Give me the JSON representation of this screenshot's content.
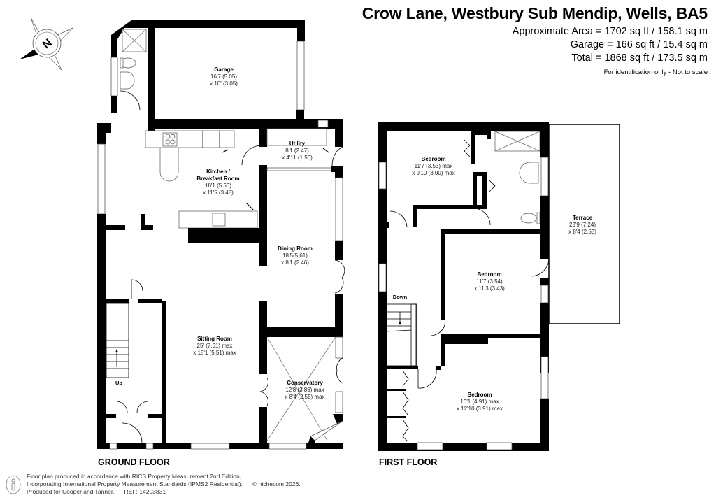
{
  "header": {
    "title": "Crow Lane, Westbury Sub Mendip, Wells, BA5",
    "area_lines": [
      "Approximate Area = 1702 sq ft / 158.1 sq m",
      "Garage = 166 sq ft / 15.4 sq m",
      "Total = 1868 sq ft / 173.5 sq m"
    ],
    "disclaimer": "For identification only - Not to scale"
  },
  "compass": {
    "icon": "north-compass-icon",
    "label": "N"
  },
  "ground_floor": {
    "label": "GROUND FLOOR",
    "stairs_label": "Up",
    "rooms": [
      {
        "name": "Garage",
        "dim1": "16'7 (5.05)",
        "dim2": "x 10' (3.05)"
      },
      {
        "name": "Utility",
        "dim1": "8'1 (2.47)",
        "dim2": "x 4'11 (1.50)"
      },
      {
        "name": "Kitchen /",
        "name2": "Breakfast Room",
        "dim1": "18'1 (5.50)",
        "dim2": "x 11'5 (3.48)"
      },
      {
        "name": "Dining Room",
        "dim1": "18'5(5.61)",
        "dim2": "x 8'1 (2.46)"
      },
      {
        "name": "Sitting Room",
        "dim1": "25' (7.61) max",
        "dim2": "x 18'1 (5.51) max"
      },
      {
        "name": "Conservatory",
        "dim1": "12'8 (3.86) max",
        "dim2": "x 8'4 (2.55) max"
      }
    ]
  },
  "first_floor": {
    "label": "FIRST FLOOR",
    "stairs_label": "Down",
    "rooms": [
      {
        "name": "Bedroom",
        "dim1": "11'7 (3.53) max",
        "dim2": "x 9'10 (3.00) max"
      },
      {
        "name": "Terrace",
        "dim1": "23'9 (7.24)",
        "dim2": "x 8'4 (2.53)"
      },
      {
        "name": "Bedroom",
        "dim1": "11'7 (3.54)",
        "dim2": "x 11'3 (3.43)"
      },
      {
        "name": "Bedroom",
        "dim1": "16'1 (4.91) max",
        "dim2": "x 12'10 (3.91) max"
      }
    ]
  },
  "footer": {
    "line1": "Floor plan produced in accordance with RICS Property Measurement 2nd Edition,",
    "line2": "Incorporating International Property Measurement Standards (IPMS2 Residential).",
    "copyright": "© nichecom 2026.",
    "line3_a": "Produced for Cooper and Tanner.",
    "line3_b": "REF:  14203831",
    "icon": "person-info-icon"
  }
}
